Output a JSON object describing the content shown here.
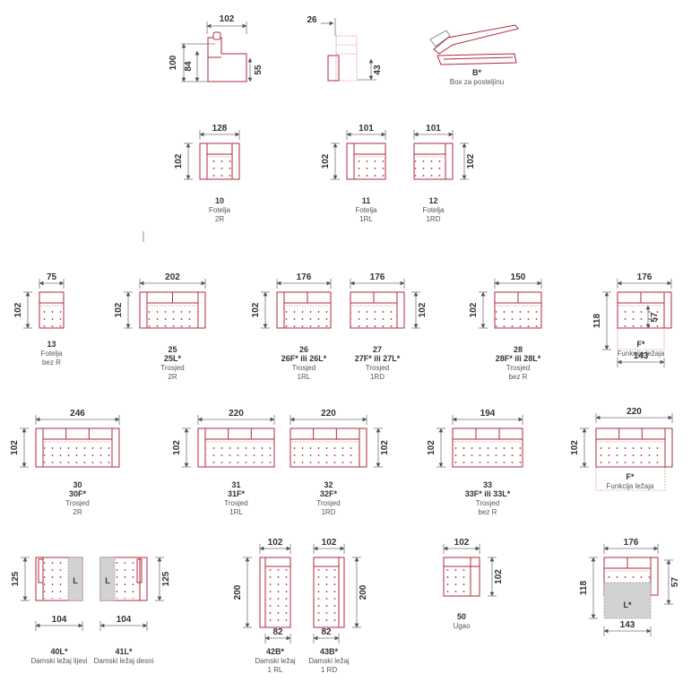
{
  "top": {
    "dims": {
      "width": "102",
      "height_total": "100",
      "height_seat_back": "84",
      "seat_height": "55",
      "back_depth": "26",
      "back_height": "43"
    },
    "box": {
      "code": "B*",
      "label": "Box za posteljinu"
    }
  },
  "modules": [
    {
      "id": "m10",
      "w": "128",
      "h": "102",
      "lines": [
        "10",
        "Fotelja",
        "2R"
      ]
    },
    {
      "id": "m11",
      "w": "101",
      "h": "102",
      "lines": [
        "11",
        "Fotelja",
        "1RL"
      ]
    },
    {
      "id": "m12",
      "w": "101",
      "h": "102",
      "lines": [
        "12",
        "Fotelja",
        "1RD"
      ]
    },
    {
      "id": "m13",
      "w": "75",
      "h": "102",
      "lines": [
        "13",
        "Fotelja",
        "bez R"
      ]
    },
    {
      "id": "m25",
      "w": "202",
      "h": "102",
      "lines": [
        "25",
        "25L*",
        "Trosjed",
        "2R"
      ]
    },
    {
      "id": "m26",
      "w": "176",
      "h": "102",
      "lines": [
        "26",
        "26F* ili 26L*",
        "Trosjed",
        "1RL"
      ]
    },
    {
      "id": "m27",
      "w": "176",
      "h": "102",
      "lines": [
        "27",
        "27F* ili 27L*",
        "Trosjed",
        "1RD"
      ]
    },
    {
      "id": "m28",
      "w": "150",
      "h": "102",
      "lines": [
        "28",
        "28F* ili 28L*",
        "Trosjed",
        "bez R"
      ]
    },
    {
      "id": "m30",
      "w": "246",
      "h": "102",
      "lines": [
        "30",
        "30F*",
        "Trosjed",
        "2R"
      ]
    },
    {
      "id": "m31",
      "w": "220",
      "h": "102",
      "lines": [
        "31",
        "31F*",
        "Trosjed",
        "1RL"
      ]
    },
    {
      "id": "m32",
      "w": "220",
      "h": "102",
      "lines": [
        "32",
        "32F*",
        "Trosjed",
        "1RD"
      ]
    },
    {
      "id": "m33",
      "w": "194",
      "h": "102",
      "lines": [
        "33",
        "33F* ili 33L*",
        "Trosjed",
        "bez R"
      ]
    },
    {
      "id": "m40",
      "w": "104",
      "h": "125",
      "lines": [
        "40L*",
        "Damski ležaj lijevi"
      ]
    },
    {
      "id": "m41",
      "w": "104",
      "h": "125",
      "lines": [
        "41L*",
        "Damski ležaj desni"
      ]
    },
    {
      "id": "m42",
      "w": "102",
      "h": "200",
      "w2": "82",
      "lines": [
        "42B*",
        "Damski ležaj",
        "1 RL"
      ]
    },
    {
      "id": "m43",
      "w": "102",
      "h": "200",
      "w2": "82",
      "lines": [
        "43B*",
        "Damski ležaj",
        "1 RD"
      ]
    },
    {
      "id": "m50",
      "w": "102",
      "h": "102",
      "lines": [
        "50",
        "Ugao"
      ]
    }
  ],
  "functions": {
    "f1": {
      "w": "176",
      "h": "118",
      "inner": "57",
      "w2": "143",
      "code": "F*",
      "label": "Funkcija ležaja"
    },
    "f2": {
      "w": "220",
      "h": "102",
      "code": "F*",
      "label": "Funkcija ležaja"
    },
    "f3": {
      "w": "176",
      "h": "118",
      "inner": "57",
      "w2": "143",
      "code": "L*"
    }
  },
  "shade_letter": "L"
}
